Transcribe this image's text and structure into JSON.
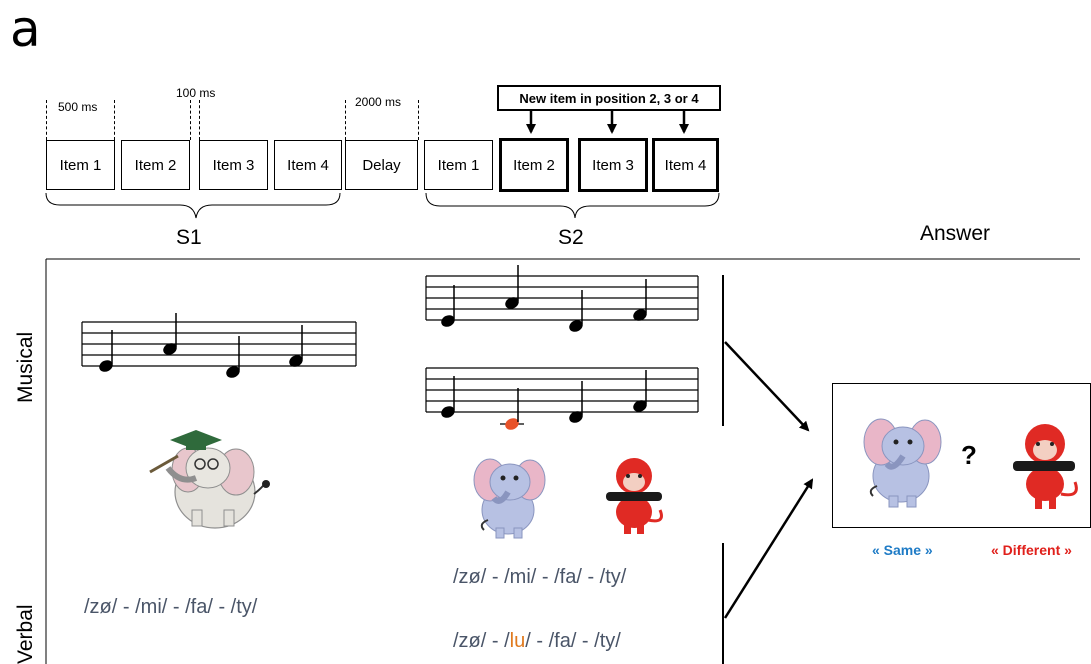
{
  "panel_letter": "a",
  "timing": {
    "t500": "500 ms",
    "t100": "100 ms",
    "t2000": "2000 ms"
  },
  "s1_items": [
    "Item 1",
    "Item 2",
    "Item 3",
    "Item 4"
  ],
  "delay_label": "Delay",
  "s2_items": [
    "Item 1",
    "Item 2",
    "Item 3",
    "Item 4"
  ],
  "new_item_note": "New item in position 2, 3 or 4",
  "s1_label": "S1",
  "s2_label": "S2",
  "answer_label": "Answer",
  "side_labels": {
    "musical": "Musical",
    "verbal": "Verbal"
  },
  "verbal": {
    "s1": "/zø/ - /mi/ - /fa/ - /ty/",
    "s2_same": "/zø/ - /mi/ - /fa/ - /ty/",
    "s2_diff_a": "/zø/ - /",
    "s2_diff_hl": "lu",
    "s2_diff_b": "/ - /fa/ - /ty/"
  },
  "answer": {
    "question": "?",
    "same": "« Same »",
    "different": "« Different »"
  },
  "colors": {
    "same": "#1e7bc6",
    "different": "#e0201b",
    "changed_note": "#e8532a",
    "phoneme_hl": "#e07a1f"
  }
}
